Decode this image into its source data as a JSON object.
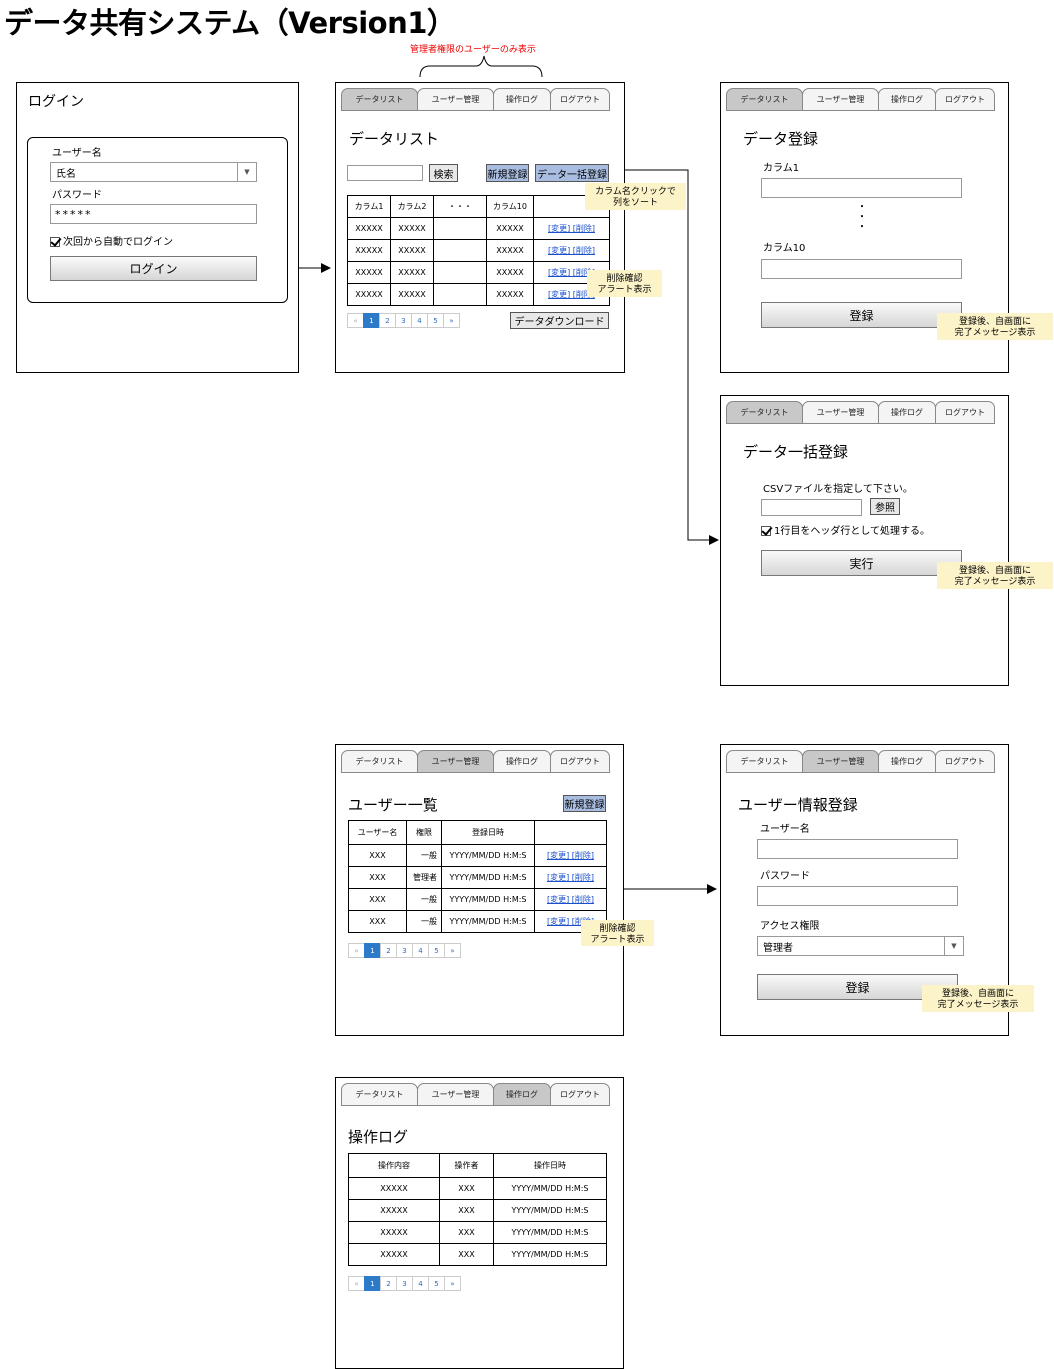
{
  "title": "データ共有システム（Version1）",
  "admin_note": "管理者権限のユーザーのみ表示",
  "tabs": [
    "データリスト",
    "ユーザー管理",
    "操作ログ",
    "ログアウト"
  ],
  "login": {
    "heading": "ログイン",
    "username_label": "ユーザー名",
    "username_value": "氏名",
    "password_label": "パスワード",
    "password_value": "*****",
    "auto_login": "次回から自動でログイン",
    "button": "ログイン"
  },
  "datalist": {
    "heading": "データリスト",
    "search_button": "検索",
    "new_button": "新規登録",
    "bulk_button": "データ一括登録",
    "columns": [
      "カラム1",
      "カラム2",
      "・・・",
      "カラム10",
      ""
    ],
    "rows": [
      [
        "XXXXX",
        "XXXXX",
        "",
        "XXXXX",
        "[変更] [削除]"
      ],
      [
        "XXXXX",
        "XXXXX",
        "",
        "XXXXX",
        "[変更] [削除]"
      ],
      [
        "XXXXX",
        "XXXXX",
        "",
        "XXXXX",
        "[変更] [削除]"
      ],
      [
        "XXXXX",
        "XXXXX",
        "",
        "XXXXX",
        "[変更] [削除]"
      ]
    ],
    "download_button": "データダウンロード",
    "sort_note_1": "カラム名クリックで",
    "sort_note_2": "列をソート",
    "delete_note_1": "削除確認",
    "delete_note_2": "アラート表示"
  },
  "pager": [
    "«",
    "1",
    "2",
    "3",
    "4",
    "5",
    "»"
  ],
  "dataentry": {
    "heading": "データ登録",
    "col1": "カラム1",
    "dots": "・\n・\n・",
    "col10": "カラム10",
    "button": "登録"
  },
  "bulk": {
    "heading": "データ一括登録",
    "instruction": "CSVファイルを指定して下さい。",
    "browse": "参照",
    "header_row": "1行目をヘッダ行として処理する。",
    "button": "実行"
  },
  "complete_note_1": "登録後、自画面に",
  "complete_note_2": "完了メッセージ表示",
  "userlist": {
    "heading": "ユーザー一覧",
    "new_button": "新規登録",
    "columns": [
      "ユーザー名",
      "権限",
      "登録日時",
      ""
    ],
    "rows": [
      [
        "XXX",
        "一般",
        "YYYY/MM/DD H:M:S",
        "[変更] [削除]"
      ],
      [
        "XXX",
        "管理者",
        "YYYY/MM/DD H:M:S",
        "[変更] [削除]"
      ],
      [
        "XXX",
        "一般",
        "YYYY/MM/DD H:M:S",
        "[変更] [削除]"
      ],
      [
        "XXX",
        "一般",
        "YYYY/MM/DD H:M:S",
        "[変更] [削除]"
      ]
    ]
  },
  "userentry": {
    "heading": "ユーザー情報登録",
    "username_label": "ユーザー名",
    "password_label": "パスワード",
    "access_label": "アクセス権限",
    "access_value": "管理者",
    "button": "登録"
  },
  "oplog": {
    "heading": "操作ログ",
    "columns": [
      "操作内容",
      "操作者",
      "操作日時"
    ],
    "rows": [
      [
        "XXXXX",
        "XXX",
        "YYYY/MM/DD H:M:S"
      ],
      [
        "XXXXX",
        "XXX",
        "YYYY/MM/DD H:M:S"
      ],
      [
        "XXXXX",
        "XXX",
        "YYYY/MM/DD H:M:S"
      ],
      [
        "XXXXX",
        "XXX",
        "YYYY/MM/DD H:M:S"
      ]
    ]
  }
}
